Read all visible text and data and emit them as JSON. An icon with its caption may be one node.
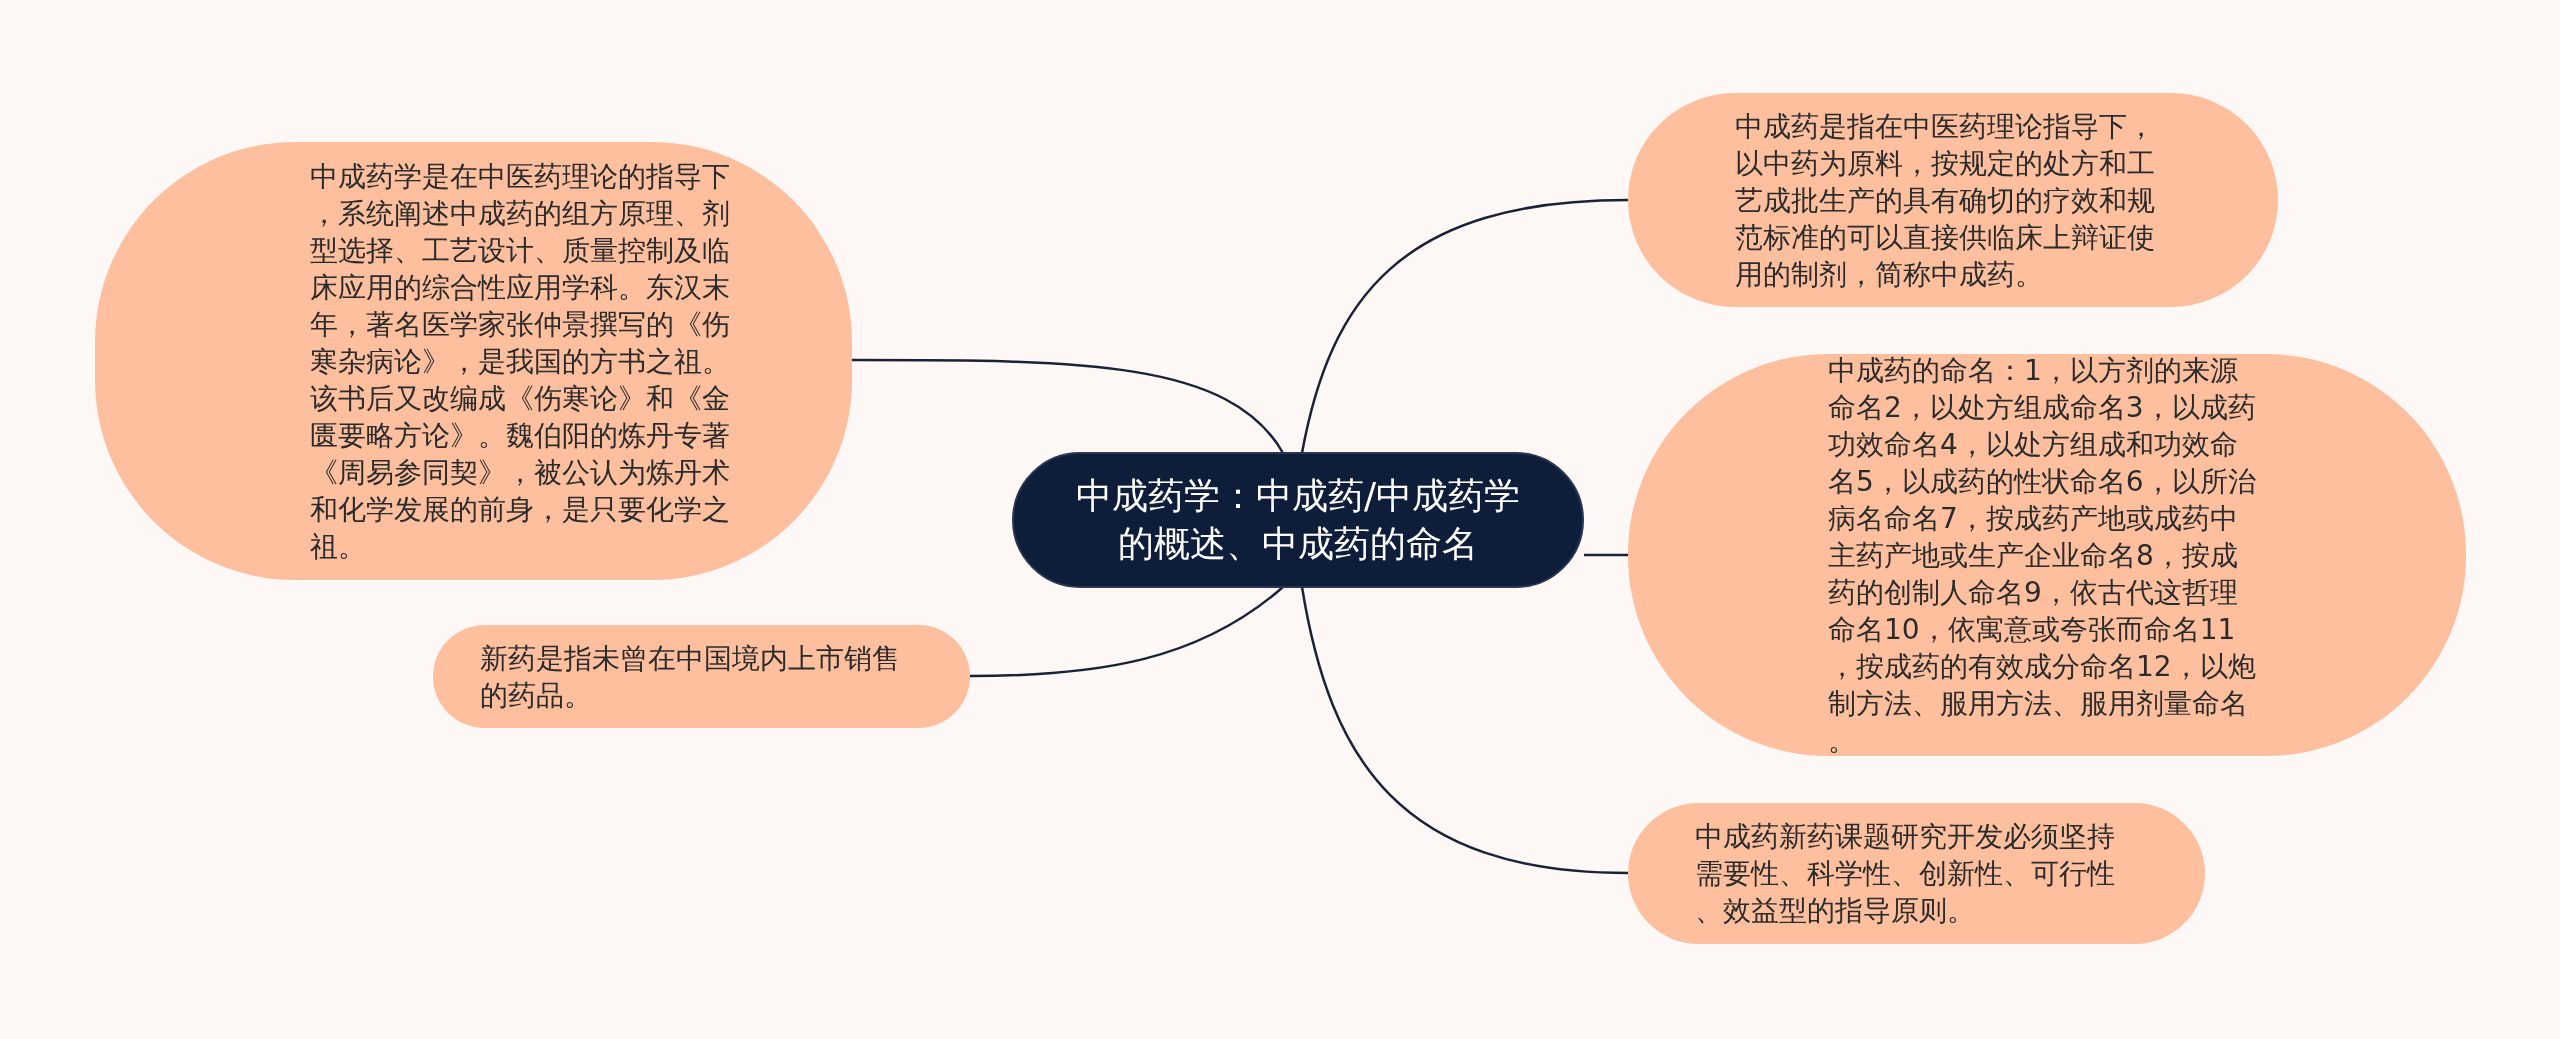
{
  "diagram": {
    "nodes": [
      {
        "text": [
          "中成药学：中成药/中成药学的概述、中成药的命名"
        ]
      },
      {
        "text": [
          "中成药学是在中医药理论的指导下，系统阐述中成药的组方原理、剂型选择、工艺设计、质量控制及临床应用的综合性应用学科。东汉末年，著名医学家张仲景撰写的《伤寒杂病论》，是我国的方书之祖。该书后又改编成《伤寒论》和《金匮要略方论》。魏伯阳的炼丹专著《周易参同契》，被公认为炼丹术和化学发展的前身，是只要化学之祖。"
        ]
      },
      {
        "text": [
          "新药是指未曾在中国境内上市销售的药品。"
        ]
      },
      {
        "text": [
          "中成药是指在中医药理论指导下，以中药为原料，按规定的处方和工艺成批生产的具有确切的疗效和规范标准的可以直接供临床上辩证使用的制剂，简称中成药。"
        ]
      },
      {
        "text": [
          "中成药的命名：1，以方剂的来源命名2，以处方组成命名3，以成药功效命名4，以处方组成和功效命名5，以成药的性状命名6，以所治病名命名7，按成药产地或成药中主药产地或生产企业命名8，按成药的创制人命名9，依古代这哲理命名10，依寓意或夸张而命名11，按成药的有效成分命名12，以炮制方法、服用方法、服用剂量命名。"
        ]
      },
      {
        "text": [
          "中成药新药课题研究开发必须坚持需要性、科学性、创新性、可行性、效益型的指导原则。"
        ]
      }
    ],
    "edges": [
      {
        "from": 0,
        "to": 1,
        "arrow": "none"
      },
      {
        "from": 0,
        "to": 2,
        "arrow": "none"
      },
      {
        "from": 0,
        "to": 3,
        "arrow": "none"
      },
      {
        "from": 0,
        "to": 4,
        "arrow": "none"
      },
      {
        "from": 0,
        "to": 5,
        "arrow": "none"
      }
    ]
  }
}
